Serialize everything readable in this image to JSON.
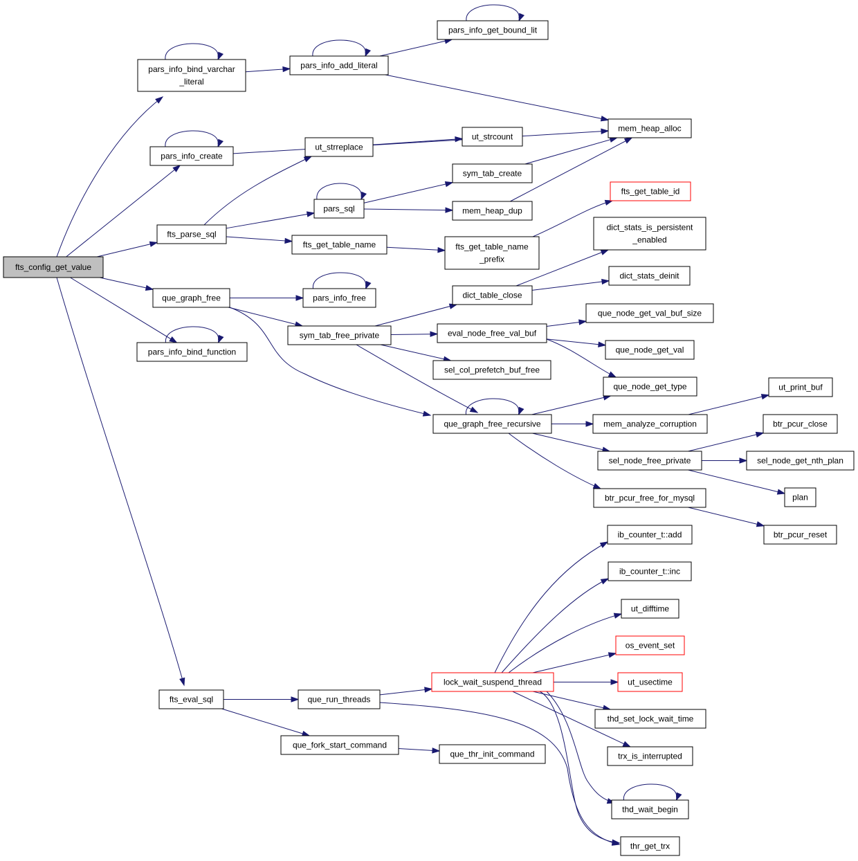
{
  "colors": {
    "edge": "#191970",
    "root_fill": "#bfbfbf",
    "node_border": "#000000",
    "linked_border": "#ff0000"
  },
  "nodes": [
    {
      "id": "fts_config_get_value",
      "lines": [
        "fts_config_get_value"
      ],
      "style": "root"
    },
    {
      "id": "pars_info_bind_varchar_literal",
      "lines": [
        "pars_info_bind_varchar",
        "_literal"
      ]
    },
    {
      "id": "pars_info_create",
      "lines": [
        "pars_info_create"
      ]
    },
    {
      "id": "fts_parse_sql",
      "lines": [
        "fts_parse_sql"
      ]
    },
    {
      "id": "que_graph_free",
      "lines": [
        "que_graph_free"
      ]
    },
    {
      "id": "pars_info_bind_function",
      "lines": [
        "pars_info_bind_function"
      ]
    },
    {
      "id": "fts_eval_sql",
      "lines": [
        "fts_eval_sql"
      ]
    },
    {
      "id": "pars_info_add_literal",
      "lines": [
        "pars_info_add_literal"
      ]
    },
    {
      "id": "pars_info_get_bound_lit",
      "lines": [
        "pars_info_get_bound_lit"
      ]
    },
    {
      "id": "mem_heap_alloc",
      "lines": [
        "mem_heap_alloc"
      ]
    },
    {
      "id": "ut_strreplace",
      "lines": [
        "ut_strreplace"
      ]
    },
    {
      "id": "ut_strcount",
      "lines": [
        "ut_strcount"
      ]
    },
    {
      "id": "sym_tab_create",
      "lines": [
        "sym_tab_create"
      ]
    },
    {
      "id": "pars_sql",
      "lines": [
        "pars_sql"
      ]
    },
    {
      "id": "mem_heap_dup",
      "lines": [
        "mem_heap_dup"
      ]
    },
    {
      "id": "fts_get_table_id",
      "lines": [
        "fts_get_table_id"
      ],
      "style": "linked"
    },
    {
      "id": "fts_get_table_name",
      "lines": [
        "fts_get_table_name"
      ]
    },
    {
      "id": "fts_get_table_name_prefix",
      "lines": [
        "fts_get_table_name",
        "_prefix"
      ]
    },
    {
      "id": "dict_stats_is_persistent_enabled",
      "lines": [
        "dict_stats_is_persistent",
        "_enabled"
      ]
    },
    {
      "id": "dict_stats_deinit",
      "lines": [
        "dict_stats_deinit"
      ]
    },
    {
      "id": "pars_info_free",
      "lines": [
        "pars_info_free"
      ]
    },
    {
      "id": "dict_table_close",
      "lines": [
        "dict_table_close"
      ]
    },
    {
      "id": "que_node_get_val_buf_size",
      "lines": [
        "que_node_get_val_buf_size"
      ]
    },
    {
      "id": "sym_tab_free_private",
      "lines": [
        "sym_tab_free_private"
      ]
    },
    {
      "id": "eval_node_free_val_buf",
      "lines": [
        "eval_node_free_val_buf"
      ]
    },
    {
      "id": "que_node_get_val",
      "lines": [
        "que_node_get_val"
      ]
    },
    {
      "id": "sel_col_prefetch_buf_free",
      "lines": [
        "sel_col_prefetch_buf_free"
      ]
    },
    {
      "id": "que_node_get_type",
      "lines": [
        "que_node_get_type"
      ]
    },
    {
      "id": "ut_print_buf",
      "lines": [
        "ut_print_buf"
      ]
    },
    {
      "id": "que_graph_free_recursive",
      "lines": [
        "que_graph_free_recursive"
      ]
    },
    {
      "id": "mem_analyze_corruption",
      "lines": [
        "mem_analyze_corruption"
      ]
    },
    {
      "id": "btr_pcur_close",
      "lines": [
        "btr_pcur_close"
      ]
    },
    {
      "id": "sel_node_free_private",
      "lines": [
        "sel_node_free_private"
      ]
    },
    {
      "id": "sel_node_get_nth_plan",
      "lines": [
        "sel_node_get_nth_plan"
      ]
    },
    {
      "id": "plan",
      "lines": [
        "plan"
      ]
    },
    {
      "id": "btr_pcur_free_for_mysql",
      "lines": [
        "btr_pcur_free_for_mysql"
      ]
    },
    {
      "id": "btr_pcur_reset",
      "lines": [
        "btr_pcur_reset"
      ]
    },
    {
      "id": "ib_counter_t_add",
      "lines": [
        "ib_counter_t::add"
      ]
    },
    {
      "id": "ib_counter_t_inc",
      "lines": [
        "ib_counter_t::inc"
      ]
    },
    {
      "id": "ut_difftime",
      "lines": [
        "ut_difftime"
      ]
    },
    {
      "id": "os_event_set",
      "lines": [
        "os_event_set"
      ],
      "style": "linked"
    },
    {
      "id": "lock_wait_suspend_thread",
      "lines": [
        "lock_wait_suspend_thread"
      ],
      "style": "linked"
    },
    {
      "id": "ut_usectime",
      "lines": [
        "ut_usectime"
      ],
      "style": "linked"
    },
    {
      "id": "que_run_threads",
      "lines": [
        "que_run_threads"
      ]
    },
    {
      "id": "thd_set_lock_wait_time",
      "lines": [
        "thd_set_lock_wait_time"
      ]
    },
    {
      "id": "que_fork_start_command",
      "lines": [
        "que_fork_start_command"
      ]
    },
    {
      "id": "que_thr_init_command",
      "lines": [
        "que_thr_init_command"
      ]
    },
    {
      "id": "trx_is_interrupted",
      "lines": [
        "trx_is_interrupted"
      ]
    },
    {
      "id": "thd_wait_begin",
      "lines": [
        "thd_wait_begin"
      ]
    },
    {
      "id": "thr_get_trx",
      "lines": [
        "thr_get_trx"
      ]
    }
  ],
  "edges": [
    [
      "fts_config_get_value",
      "pars_info_bind_varchar_literal"
    ],
    [
      "fts_config_get_value",
      "pars_info_create"
    ],
    [
      "fts_config_get_value",
      "fts_parse_sql"
    ],
    [
      "fts_config_get_value",
      "que_graph_free"
    ],
    [
      "fts_config_get_value",
      "pars_info_bind_function"
    ],
    [
      "fts_config_get_value",
      "fts_eval_sql"
    ],
    [
      "pars_info_bind_varchar_literal",
      "pars_info_bind_varchar_literal"
    ],
    [
      "pars_info_bind_varchar_literal",
      "pars_info_add_literal"
    ],
    [
      "pars_info_add_literal",
      "pars_info_add_literal"
    ],
    [
      "pars_info_add_literal",
      "pars_info_get_bound_lit"
    ],
    [
      "pars_info_add_literal",
      "mem_heap_alloc"
    ],
    [
      "pars_info_get_bound_lit",
      "pars_info_get_bound_lit"
    ],
    [
      "pars_info_create",
      "pars_info_create"
    ],
    [
      "pars_info_create",
      "mem_heap_alloc"
    ],
    [
      "fts_parse_sql",
      "ut_strreplace"
    ],
    [
      "fts_parse_sql",
      "pars_sql"
    ],
    [
      "fts_parse_sql",
      "fts_get_table_name"
    ],
    [
      "ut_strreplace",
      "ut_strcount"
    ],
    [
      "pars_sql",
      "pars_sql"
    ],
    [
      "pars_sql",
      "sym_tab_create"
    ],
    [
      "pars_sql",
      "mem_heap_dup"
    ],
    [
      "sym_tab_create",
      "mem_heap_alloc"
    ],
    [
      "mem_heap_dup",
      "mem_heap_alloc"
    ],
    [
      "fts_get_table_name",
      "fts_get_table_name_prefix"
    ],
    [
      "fts_get_table_name_prefix",
      "fts_get_table_id"
    ],
    [
      "que_graph_free",
      "pars_info_free"
    ],
    [
      "que_graph_free",
      "sym_tab_free_private"
    ],
    [
      "que_graph_free",
      "que_graph_free_recursive"
    ],
    [
      "pars_info_free",
      "pars_info_free"
    ],
    [
      "pars_info_bind_function",
      "pars_info_bind_function"
    ],
    [
      "sym_tab_free_private",
      "dict_table_close"
    ],
    [
      "sym_tab_free_private",
      "eval_node_free_val_buf"
    ],
    [
      "sym_tab_free_private",
      "sel_col_prefetch_buf_free"
    ],
    [
      "sym_tab_free_private",
      "que_graph_free_recursive"
    ],
    [
      "dict_table_close",
      "dict_stats_is_persistent_enabled"
    ],
    [
      "dict_table_close",
      "dict_stats_deinit"
    ],
    [
      "eval_node_free_val_buf",
      "que_node_get_val_buf_size"
    ],
    [
      "eval_node_free_val_buf",
      "que_node_get_val"
    ],
    [
      "eval_node_free_val_buf",
      "que_node_get_type"
    ],
    [
      "que_graph_free_recursive",
      "que_graph_free_recursive"
    ],
    [
      "que_graph_free_recursive",
      "que_node_get_type"
    ],
    [
      "que_graph_free_recursive",
      "mem_analyze_corruption"
    ],
    [
      "que_graph_free_recursive",
      "sel_node_free_private"
    ],
    [
      "que_graph_free_recursive",
      "btr_pcur_free_for_mysql"
    ],
    [
      "mem_analyze_corruption",
      "ut_print_buf"
    ],
    [
      "sel_node_free_private",
      "btr_pcur_close"
    ],
    [
      "sel_node_free_private",
      "sel_node_get_nth_plan"
    ],
    [
      "sel_node_free_private",
      "plan"
    ],
    [
      "btr_pcur_free_for_mysql",
      "btr_pcur_reset"
    ],
    [
      "fts_eval_sql",
      "que_run_threads"
    ],
    [
      "fts_eval_sql",
      "que_fork_start_command"
    ],
    [
      "que_run_threads",
      "lock_wait_suspend_thread"
    ],
    [
      "que_run_threads",
      "thr_get_trx"
    ],
    [
      "que_fork_start_command",
      "que_thr_init_command"
    ],
    [
      "lock_wait_suspend_thread",
      "ib_counter_t_add"
    ],
    [
      "lock_wait_suspend_thread",
      "ib_counter_t_inc"
    ],
    [
      "lock_wait_suspend_thread",
      "ut_difftime"
    ],
    [
      "lock_wait_suspend_thread",
      "os_event_set"
    ],
    [
      "lock_wait_suspend_thread",
      "ut_usectime"
    ],
    [
      "lock_wait_suspend_thread",
      "thd_set_lock_wait_time"
    ],
    [
      "lock_wait_suspend_thread",
      "trx_is_interrupted"
    ],
    [
      "lock_wait_suspend_thread",
      "thd_wait_begin"
    ],
    [
      "lock_wait_suspend_thread",
      "thr_get_trx"
    ],
    [
      "thd_wait_begin",
      "thd_wait_begin"
    ]
  ]
}
